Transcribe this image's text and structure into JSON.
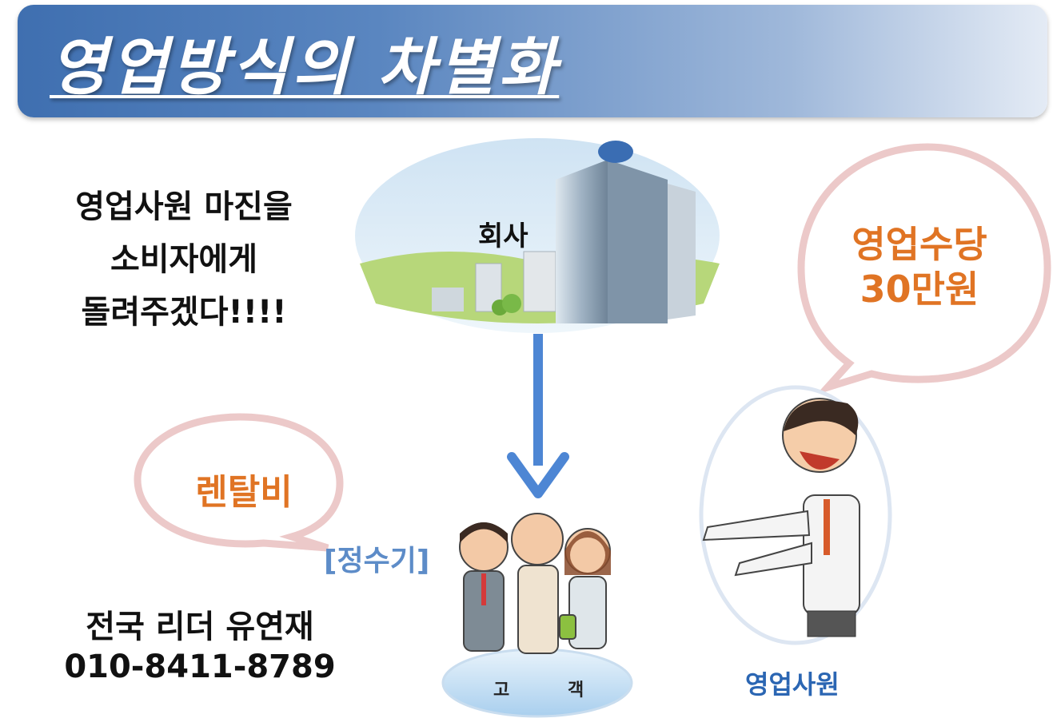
{
  "title": "영업방식의 차별화",
  "slogan": [
    "영업사원 마진을",
    "소비자에게",
    "돌려주겠다!!!!"
  ],
  "contact": [
    "전국 리더 유연재",
    "010-8411-8789"
  ],
  "company_label": "회사",
  "customer_label": [
    "고",
    "객"
  ],
  "purifier_label": "[정수기]",
  "fee_bubble_text": "렌탈비",
  "allowance_bubble_text": [
    "영업수당",
    "30만원"
  ],
  "salesman_label": "영업사원",
  "colors": {
    "title_bar": "#4a7bbd",
    "accent_orange": "#e07424",
    "arrow_blue": "#4d86d4",
    "bubble_border": "#ecc9c9",
    "label_blue": "#2b66b3"
  }
}
